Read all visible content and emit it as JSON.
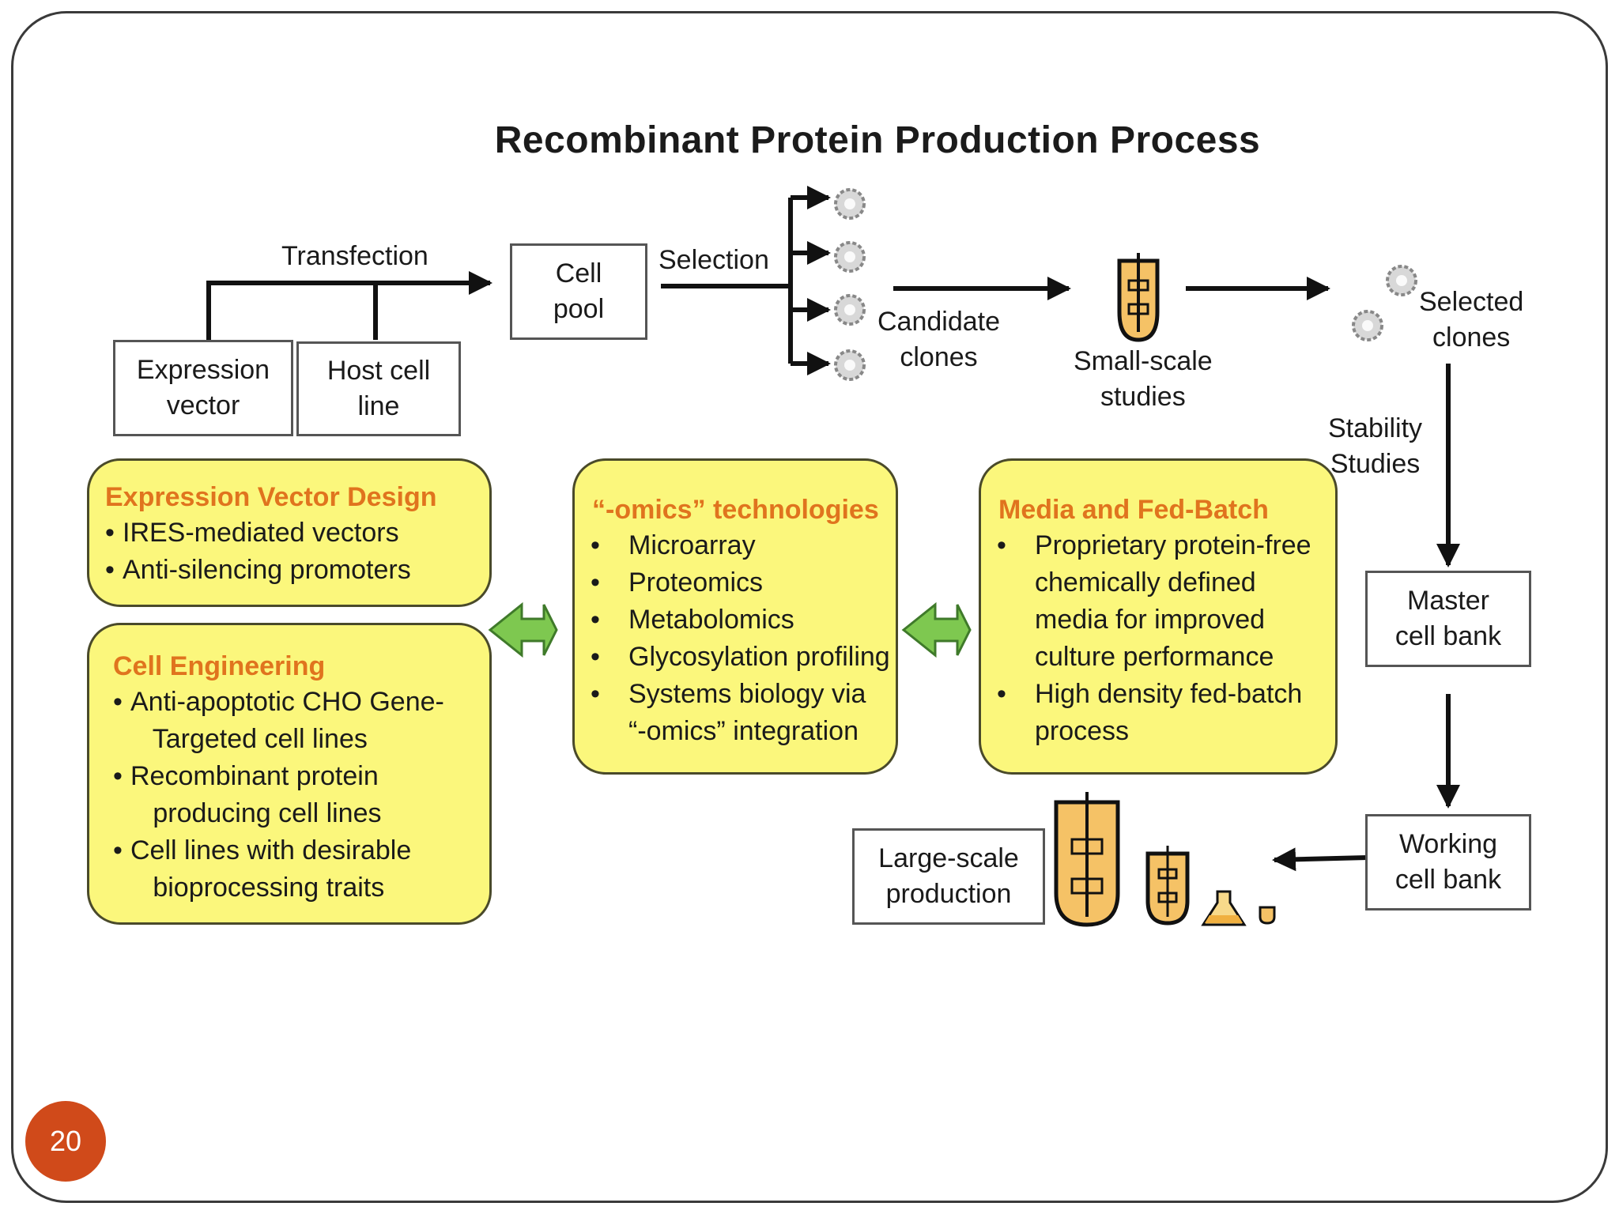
{
  "title": "Recombinant Protein Production Process",
  "labels": {
    "transfection": "Transfection",
    "selection": "Selection",
    "candidate": [
      "Candidate",
      "clones"
    ],
    "small_scale": [
      "Small-scale",
      "studies"
    ],
    "selected": [
      "Selected",
      "clones"
    ],
    "stability": [
      "Stability",
      "Studies"
    ]
  },
  "boxes": {
    "expression_vector": [
      "Expression",
      "vector"
    ],
    "host_cell_line": [
      "Host cell",
      "line"
    ],
    "cell_pool": [
      "Cell",
      "pool"
    ],
    "master_cell_bank": [
      "Master",
      "cell bank"
    ],
    "working_cell_bank": [
      "Working",
      "cell bank"
    ],
    "large_scale": [
      "Large-scale",
      "production"
    ]
  },
  "panels": {
    "vector_design": {
      "heading": "Expression Vector Design",
      "items": [
        "IRES-mediated vectors",
        "Anti-silencing promoters"
      ]
    },
    "cell_engineering": {
      "heading": "Cell Engineering",
      "items": [
        "Anti-apoptotic CHO Gene-\n   Targeted cell lines",
        "Recombinant protein\n   producing cell lines",
        "Cell lines with desirable\n   bioprocessing traits"
      ]
    },
    "omics": {
      "heading": "“-omics” technologies",
      "items": [
        "Microarray",
        "Proteomics",
        "Metabolomics",
        "Glycosylation profiling",
        "Systems biology via\n“-omics” integration"
      ]
    },
    "media": {
      "heading": "Media and Fed-Batch",
      "items": [
        "Proprietary protein-free\nchemically defined\nmedia for improved\nculture performance",
        "High density fed-batch\nprocess"
      ]
    }
  },
  "slide_number": "20",
  "colors": {
    "panel_fill": "#fbf77c",
    "heading_orange": "#e0741e",
    "double_arrow_green": "#7ec850",
    "vessel_fill": "#f5c266",
    "badge": "#d04a1a"
  }
}
